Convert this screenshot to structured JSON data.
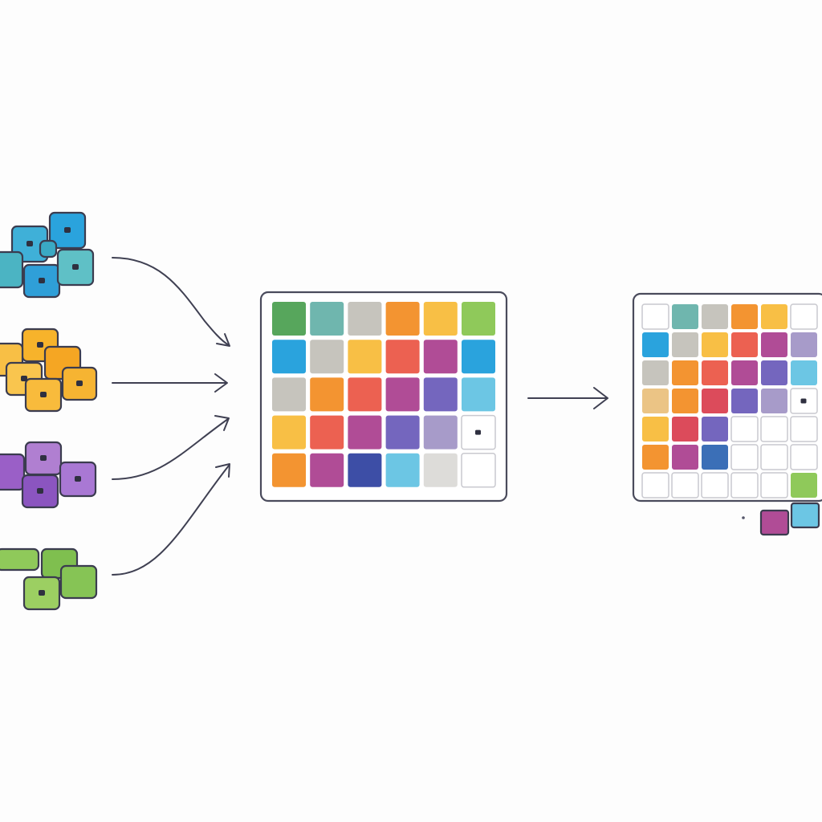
{
  "palette": {
    "green": "#57a65c",
    "teal": "#6fb6ae",
    "gray": "#c6c4bd",
    "orange": "#f39431",
    "yellow": "#f8bf45",
    "lime": "#8fc95a",
    "blue": "#2aa3dd",
    "red": "#ec6151",
    "magenta": "#b04c96",
    "violet": "#7466be",
    "lavender": "#a79bc9",
    "sky": "#6cc6e4",
    "navy": "#3d4ea6",
    "lightgray": "#dddcd9",
    "tan": "#ebc485",
    "crimson": "#dc4b5b",
    "cobalt": "#3b6fb7",
    "empty": "#ffffff"
  },
  "groups": [
    {
      "name": "blue-group",
      "colors": [
        "#2aa3dd",
        "#3fb0d8",
        "#4bb4c3",
        "#2f9fd8",
        "#5fc0c6",
        "#3aa9c4"
      ]
    },
    {
      "name": "yellow-group",
      "colors": [
        "#f7b32b",
        "#f8bf45",
        "#f5a623",
        "#f9c54e",
        "#f6b432",
        "#f8bb3c"
      ]
    },
    {
      "name": "purple-group",
      "colors": [
        "#b07fd1",
        "#9a5fc7",
        "#a978d4",
        "#8b55c0"
      ]
    },
    {
      "name": "green-group",
      "colors": [
        "#8fc95a",
        "#7fbf4f",
        "#9ccf62",
        "#86c455"
      ]
    }
  ],
  "input_grid": [
    [
      "green",
      "teal",
      "gray",
      "orange",
      "yellow",
      "lime"
    ],
    [
      "blue",
      "gray",
      "yellow",
      "red",
      "magenta",
      "blue"
    ],
    [
      "gray",
      "orange",
      "red",
      "magenta",
      "violet",
      "sky"
    ],
    [
      "yellow",
      "red",
      "magenta",
      "violet",
      "lavender",
      "empty-dot"
    ],
    [
      "orange",
      "magenta",
      "navy",
      "sky",
      "lightgray",
      "empty"
    ]
  ],
  "output_grid": [
    [
      "empty",
      "teal",
      "gray",
      "orange",
      "yellow",
      "empty"
    ],
    [
      "blue",
      "gray",
      "yellow",
      "red",
      "magenta",
      "lavender"
    ],
    [
      "gray",
      "orange",
      "red",
      "magenta",
      "violet",
      "sky"
    ],
    [
      "tan",
      "orange",
      "crimson",
      "violet",
      "lavender",
      "empty-dot"
    ],
    [
      "yellow",
      "crimson",
      "violet",
      "empty",
      "empty",
      "empty"
    ],
    [
      "orange",
      "magenta",
      "cobalt",
      "empty",
      "empty",
      "empty"
    ],
    [
      "empty",
      "empty",
      "empty",
      "empty",
      "empty",
      "lime"
    ]
  ],
  "overflow_tiles": [
    "magenta",
    "sky"
  ]
}
